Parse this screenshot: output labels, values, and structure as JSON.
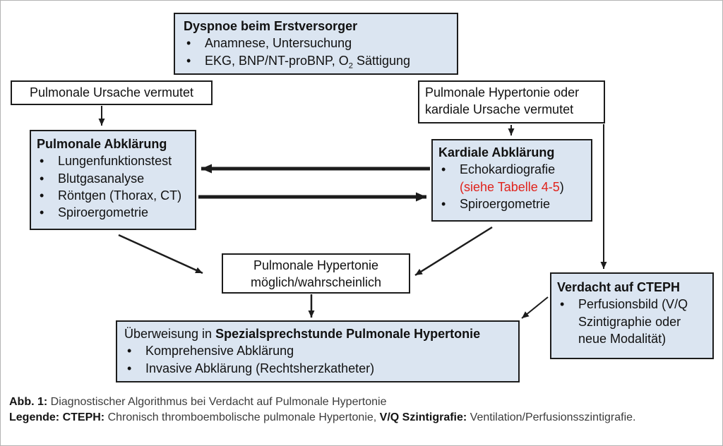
{
  "colors": {
    "box_fill_blue": "#dbe5f1",
    "box_fill_white": "#ffffff",
    "box_border": "#1c1c1c",
    "red_text": "#e0231c",
    "caption_text": "#3c3c3c"
  },
  "ui": {
    "bullet": "•"
  },
  "flowchart": {
    "start": {
      "title": "Dyspnoe beim Erstversorger",
      "item1": "Anamnese, Untersuchung",
      "item2_pre": "EKG, BNP/NT-proBNP, O",
      "item2_sub": "2",
      "item2_post": " Sättigung"
    },
    "pulmonary_suspected": {
      "label": "Pulmonale Ursache vermutet"
    },
    "cardiac_suspected": {
      "line1": "Pulmonale Hypertonie oder",
      "line2": "kardiale Ursache vermutet"
    },
    "pulmonale_workup": {
      "title": "Pulmonale Abklärung",
      "item1": "Lungenfunktionstest",
      "item2": "Blutgasanalyse",
      "item3": "Röntgen (Thorax, CT)",
      "item4": "Spiroergometrie"
    },
    "kardiale_workup": {
      "title": "Kardiale Abklärung",
      "item1_line1": "Echokardiografie",
      "item1_line2_red": "(siehe Tabelle 4-5",
      "item1_line2_after": ")",
      "item2": "Spiroergometrie"
    },
    "ph_possible": {
      "line1": "Pulmonale Hypertonie",
      "line2": "möglich/wahrscheinlich"
    },
    "cteph": {
      "title": "Verdacht auf CTEPH",
      "item1": "Perfusionsbild (V/Q Szintigraphie oder neue Modalität)"
    },
    "referral": {
      "title_pre": "Überweisung in ",
      "title_bold": "Spezialsprechstunde Pulmonale Hypertonie",
      "item1": "Komprehensive Abklärung",
      "item2": "Invasive Abklärung (Rechtsherzkatheter)"
    }
  },
  "caption": {
    "line1_bold": "Abb. 1:",
    "line1_text": " Diagnostischer Algorithmus bei Verdacht auf Pulmonale Hypertonie",
    "line2_bold1": "Legende: CTEPH:",
    "line2_text1": " Chronisch thromboembolische pulmonale Hypertonie, ",
    "line2_bold2": "V/Q Szintigrafie:",
    "line2_text2": " Ventilation/Perfusionsszintigrafie."
  }
}
